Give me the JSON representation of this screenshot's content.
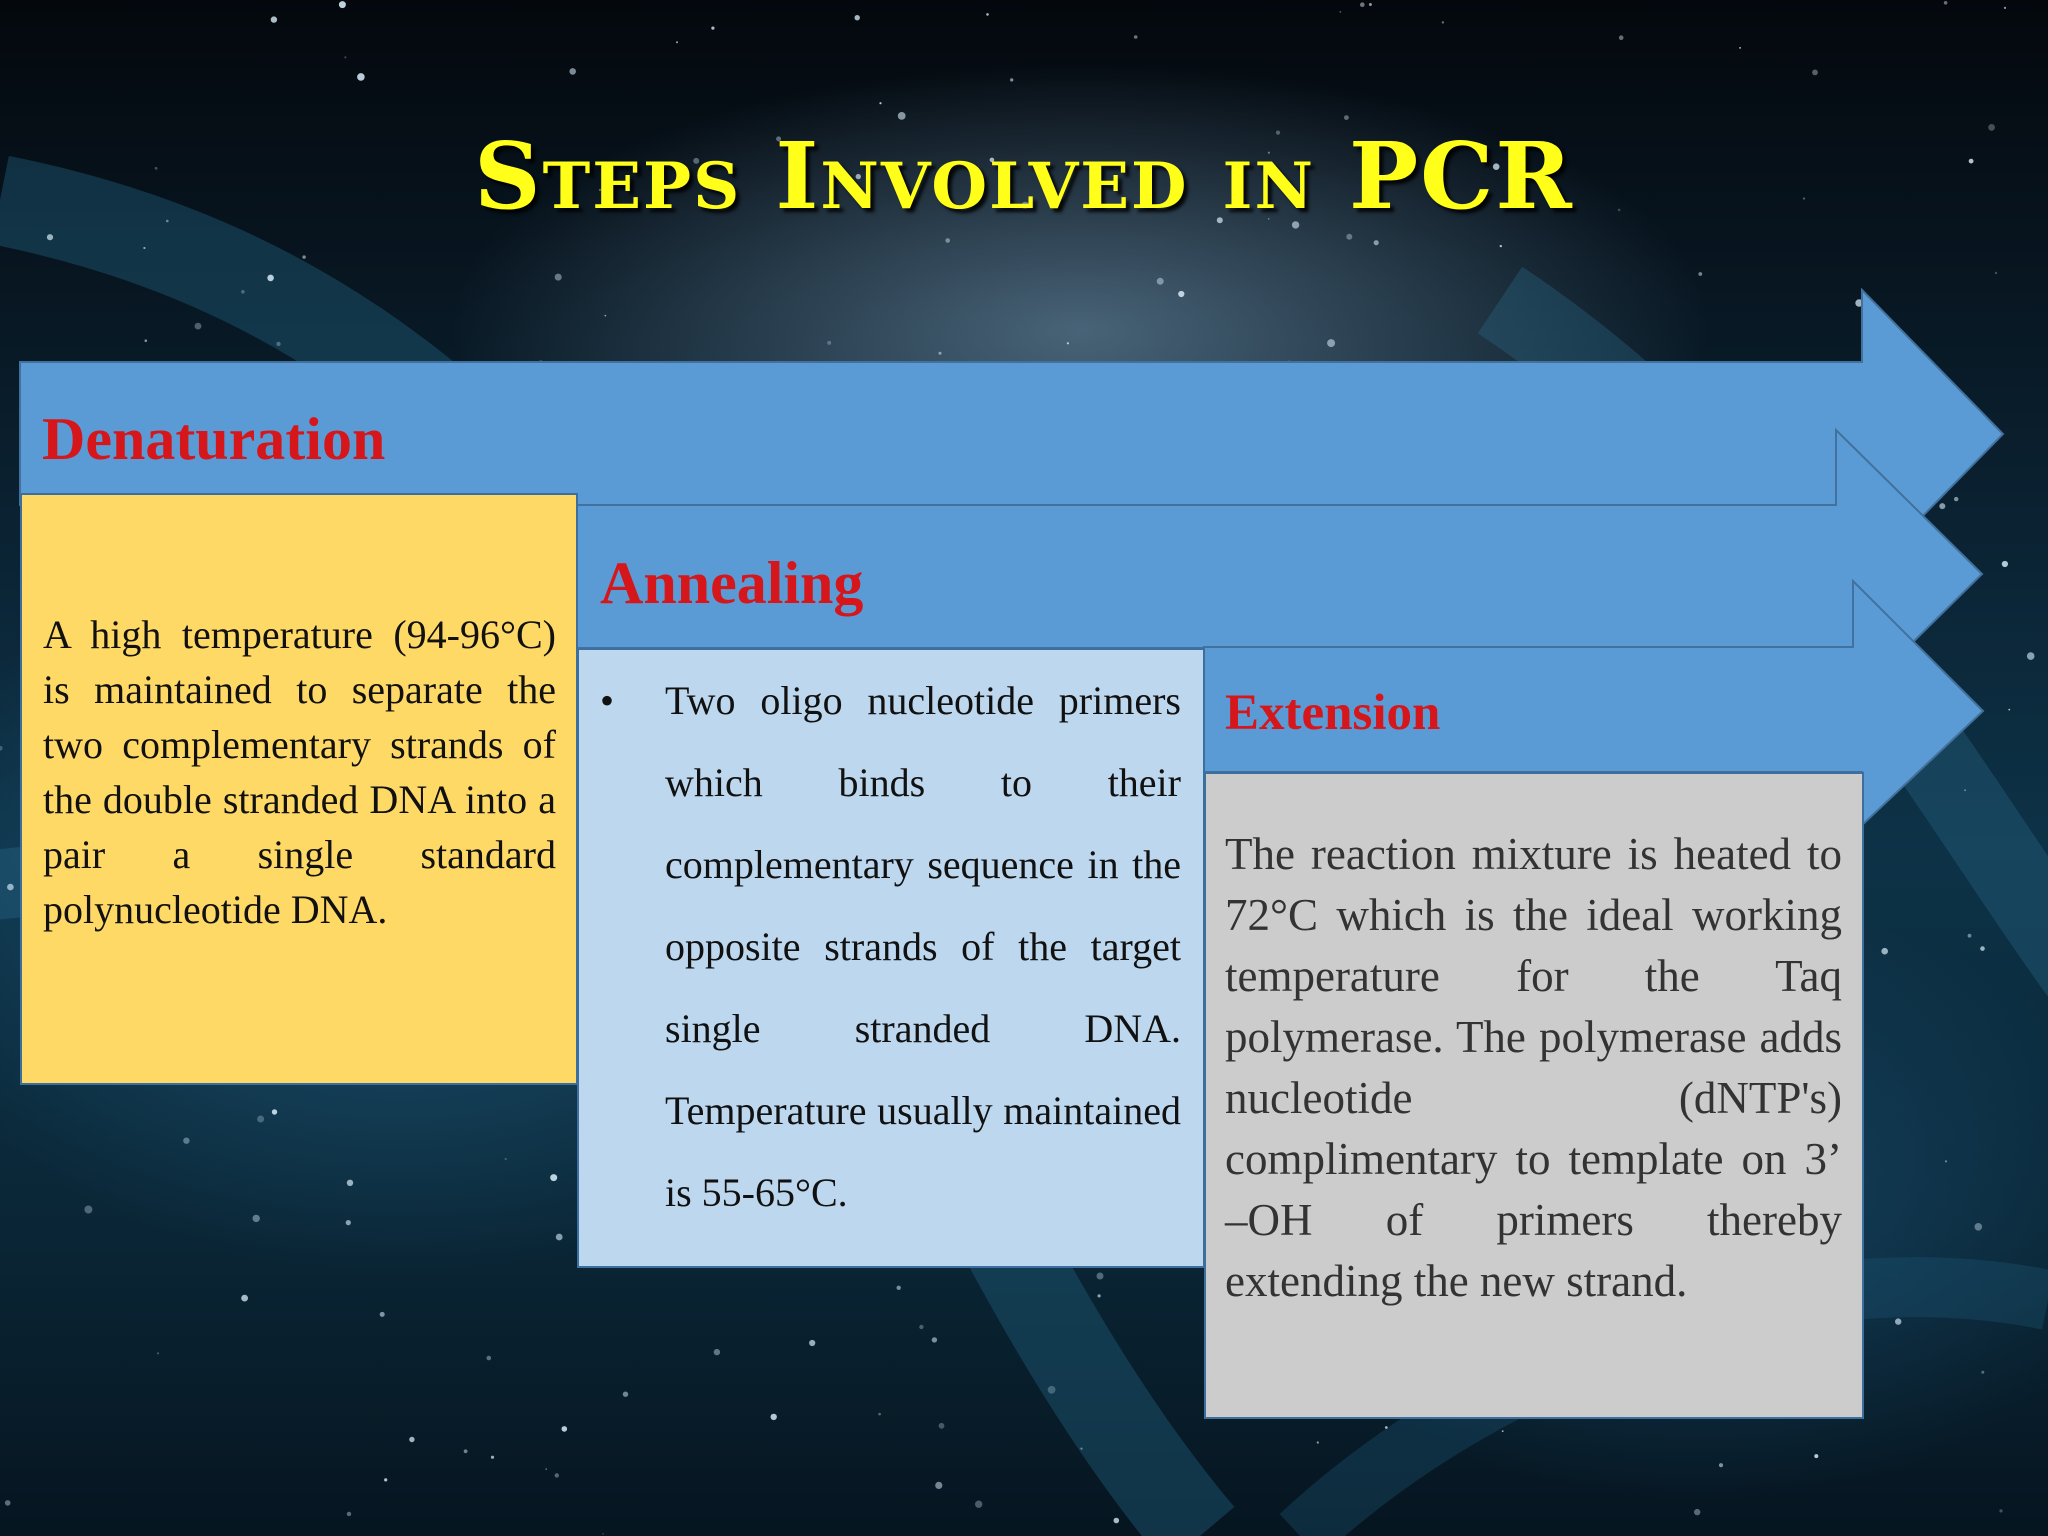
{
  "slide": {
    "title": "Steps Involved in PCR"
  },
  "steps": [
    {
      "heading": "Denaturation",
      "text": "A high temperature (94-96°C) is maintained to separate the two complementary strands of the double stranded DNA into a pair a single standard polynucleotide DNA."
    },
    {
      "heading": "Annealing",
      "bullet": "•",
      "text": "Two oligo nucleotide primers which binds to their complementary sequence in the opposite strands of the target single stranded DNA. Temperature usually maintained is 55-65°C."
    },
    {
      "heading": "Extension",
      "text": "The reaction mixture is heated to 72°C which is the ideal working temperature for the Taq polymerase. The polymerase adds nucleotide (dNTP's) complimentary to template on 3’ –OH of primers thereby extending the new strand."
    }
  ],
  "colors": {
    "title": "#ffff1a",
    "arrow_fill": "#5b9bd5",
    "arrow_stroke": "#41719c",
    "heading": "#d5161b",
    "denaturation_box": "#ffd966",
    "annealing_box": "#bdd7ee",
    "extension_box": "#cccccc"
  }
}
